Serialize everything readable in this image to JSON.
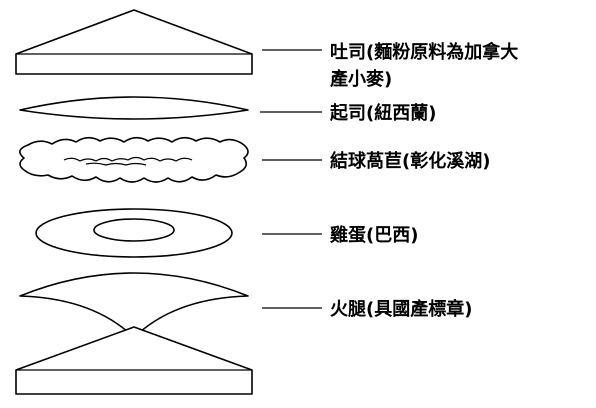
{
  "labels": {
    "toast_line1": "吐司(麵粉原料為加拿大",
    "toast_line2": "產小麥)",
    "cheese": "起司(紐西蘭)",
    "lettuce": "結球萵苣(彰化溪湖)",
    "egg": "雞蛋(巴西)",
    "ham": "火腿(具國產標章)"
  }
}
